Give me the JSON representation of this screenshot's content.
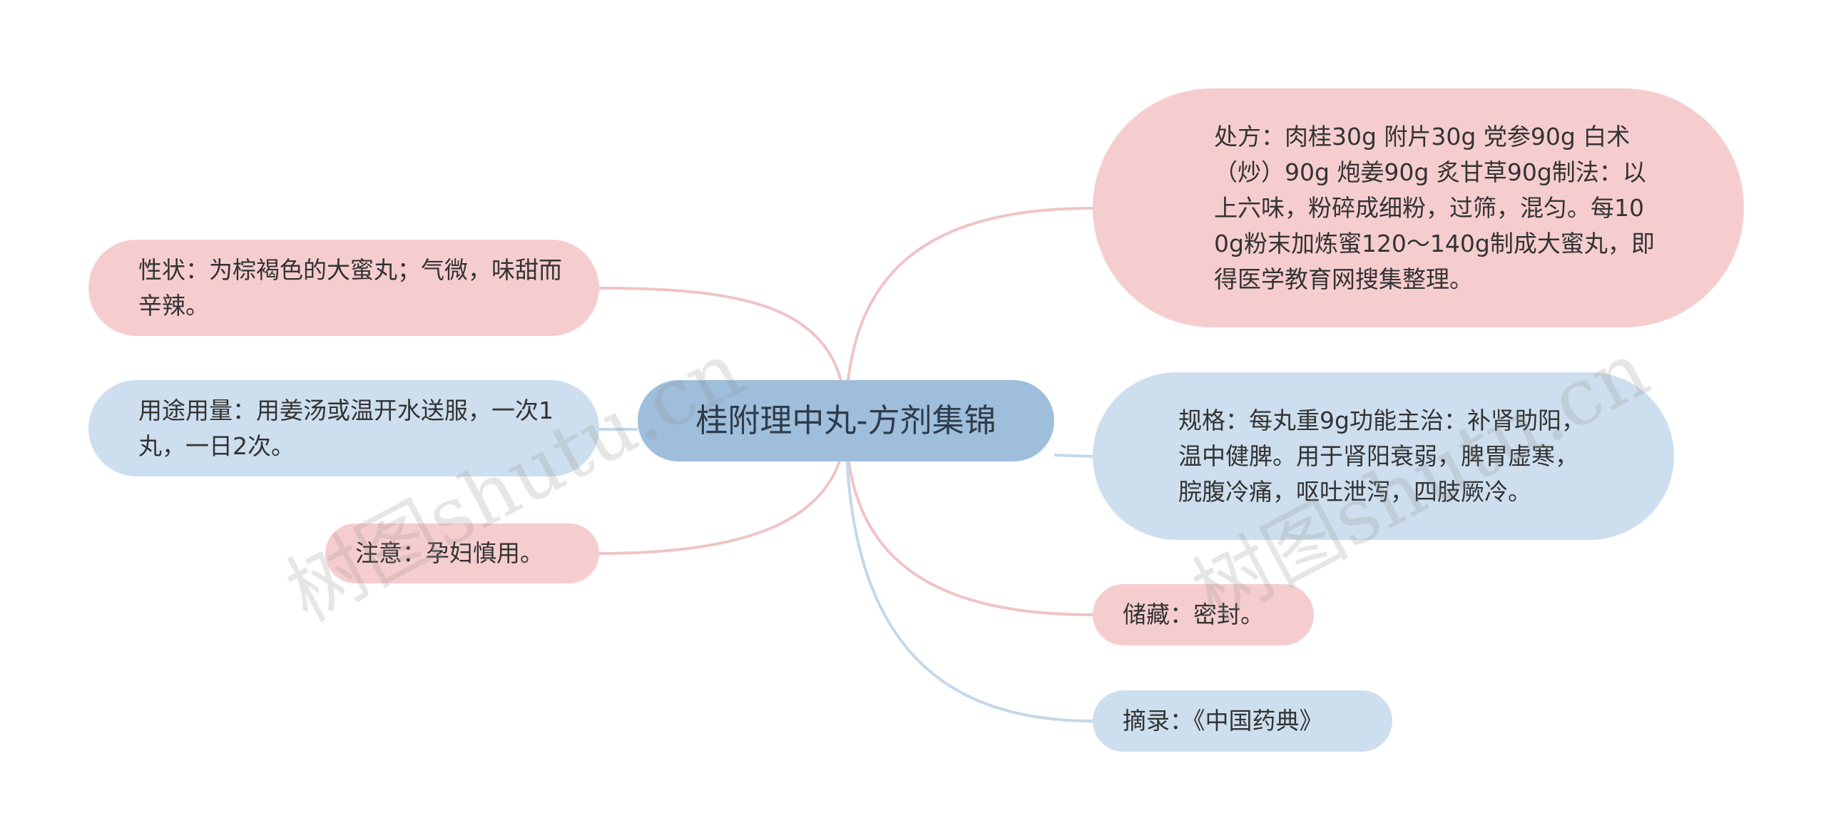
{
  "colors": {
    "root_fill": "#9ebedb",
    "pink_fill": "#f6cdcf",
    "blue_fill": "#cddfee",
    "pink_link": "#f0c4c6",
    "blue_link": "#c3d8ea",
    "text": "#333333"
  },
  "root": {
    "label": "桂附理中丸-方剂集锦"
  },
  "nodes": {
    "xingzhuang": {
      "label": "性状：为棕褐色的大蜜丸；气微，味甜而辛辣。",
      "color": "pink"
    },
    "yongtu": {
      "label": "用途用量：用姜汤或温开水送服，一次1丸，一日2次。",
      "color": "blue"
    },
    "zhuyi": {
      "label": "注意：孕妇慎用。",
      "color": "pink"
    },
    "chufang": {
      "label": "处方：肉桂30g 附片30g 党参90g 白术（炒）90g 炮姜90g 炙甘草90g制法：以上六味，粉碎成细粉，过筛，混匀。每100g粉末加炼蜜120～140g制成大蜜丸，即得医学教育网搜集整理。",
      "color": "pink"
    },
    "guige": {
      "label": "规格：每丸重9g功能主治：补肾助阳，温中健脾。用于肾阳衰弱，脾胃虚寒，脘腹冷痛，呕吐泄泻，四肢厥冷。",
      "color": "blue"
    },
    "chucang": {
      "label": "储藏：密封。",
      "color": "pink"
    },
    "zhailu": {
      "label": "摘录：《中国药典》",
      "color": "blue"
    }
  },
  "watermark": {
    "text": "树图shutu.cn"
  }
}
